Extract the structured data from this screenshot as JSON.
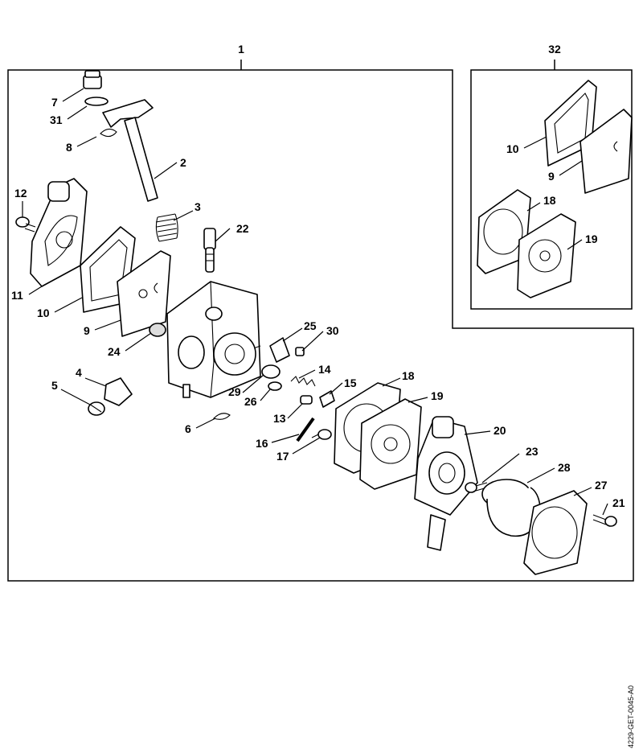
{
  "callouts": {
    "c1": "1",
    "c2": "2",
    "c3": "3",
    "c4": "4",
    "c5": "5",
    "c6": "6",
    "c7": "7",
    "c8": "8",
    "c9": "9",
    "c10": "10",
    "c11": "11",
    "c12": "12",
    "c13": "13",
    "c14": "14",
    "c15": "15",
    "c16": "16",
    "c17": "17",
    "c18": "18",
    "c19": "19",
    "c20": "20",
    "c21": "21",
    "c22": "22",
    "c23": "23",
    "c24": "24",
    "c25": "25",
    "c26": "26",
    "c27": "27",
    "c28": "28",
    "c29": "29",
    "c30": "30",
    "c31": "31",
    "k32": "32",
    "k10": "10",
    "k9": "9",
    "k18": "18",
    "k19": "19"
  },
  "doc_reference": "4229-GET-0045-A0"
}
